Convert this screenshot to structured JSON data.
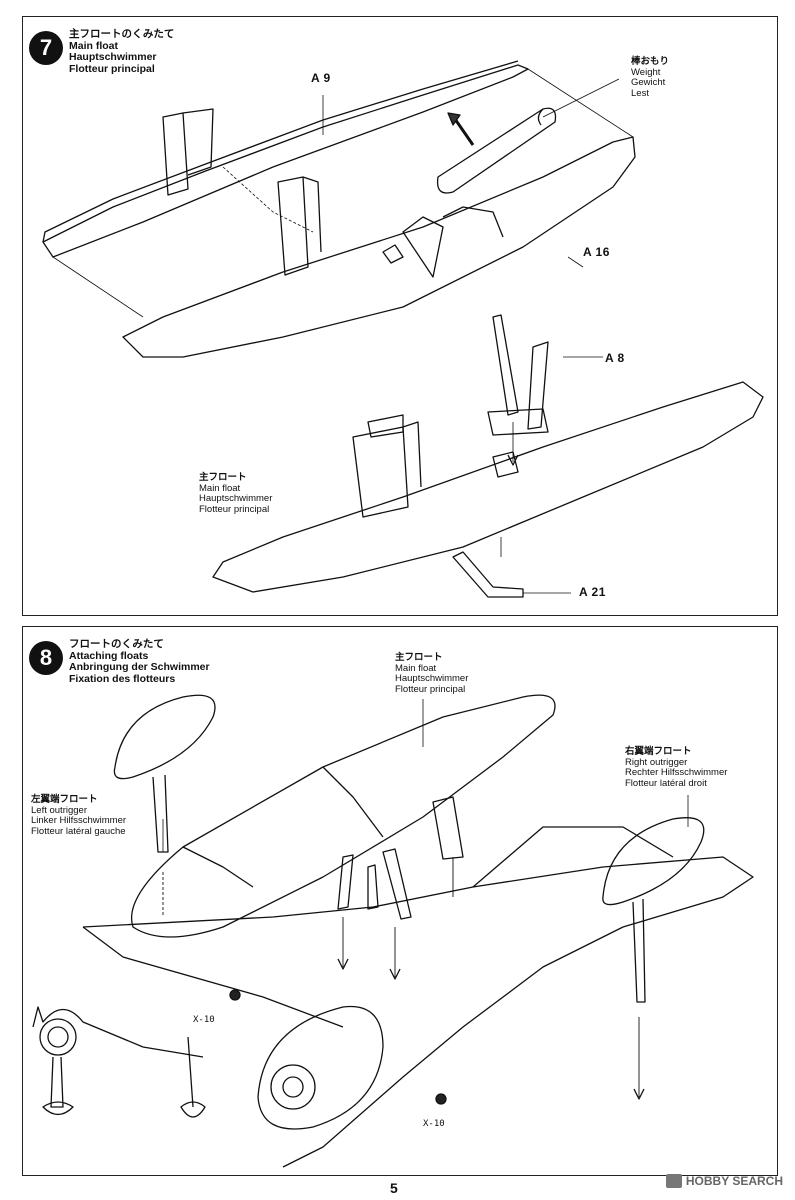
{
  "page_number": "5",
  "watermark": "HOBBY SEARCH",
  "step7": {
    "number": "7",
    "title": [
      "主フロートのくみたて",
      "Main float",
      "Hauptschwimmer",
      "Flotteur principal"
    ],
    "weight_label": [
      "棒おもり",
      "Weight",
      "Gewicht",
      "Lest"
    ],
    "main_float_label": [
      "主フロート",
      "Main float",
      "Hauptschwimmer",
      "Flotteur principal"
    ],
    "parts": {
      "a9": "A 9",
      "a16": "A 16",
      "a8": "A 8",
      "a21": "A 21"
    }
  },
  "step8": {
    "number": "8",
    "title": [
      "フロートのくみたて",
      "Attaching floats",
      "Anbringung der Schwimmer",
      "Fixation des flotteurs"
    ],
    "main_float_label": [
      "主フロート",
      "Main float",
      "Hauptschwimmer",
      "Flotteur principal"
    ],
    "right_outrigger_label": [
      "右翼端フロート",
      "Right outrigger",
      "Rechter Hilfsschwimmer",
      "Flotteur latéral droit"
    ],
    "left_outrigger_label": [
      "左翼端フロート",
      "Left outrigger",
      "Linker Hilfsschwimmer",
      "Flotteur latéral gauche"
    ],
    "screw_1": "X-10",
    "screw_2": "X-10"
  }
}
